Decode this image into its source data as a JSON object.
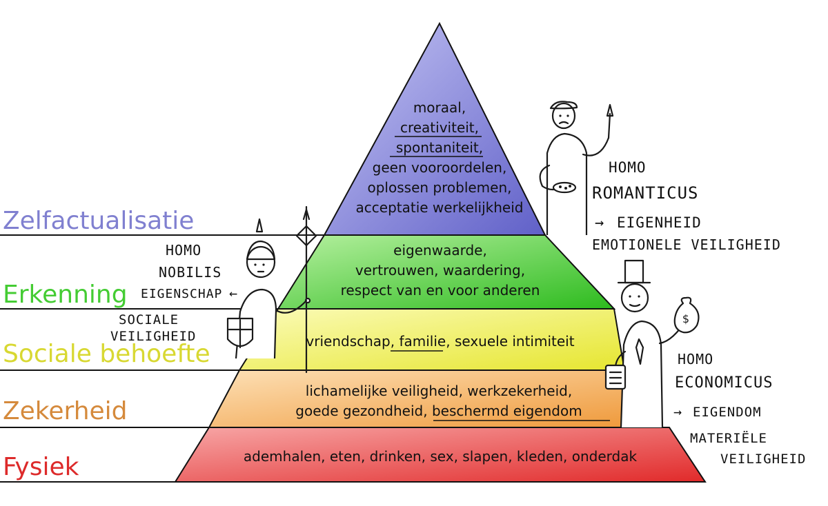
{
  "levels": {
    "l5": {
      "label": "Zelfactualisatie",
      "color": "#8080d0"
    },
    "l4": {
      "label": "Erkenning",
      "color": "#44cc33"
    },
    "l3": {
      "label": "Sociale behoefte",
      "color": "#d8d832"
    },
    "l2": {
      "label": "Zekerheid",
      "color": "#d58a3c"
    },
    "l1": {
      "label": "Fysiek",
      "color": "#dd2a2a"
    }
  },
  "tiers": {
    "top": {
      "line1": "moraal,",
      "line2": "creativiteit,",
      "line3": "spontaniteit,",
      "line4": "geen vooroordelen,",
      "line5": "oplossen problemen,",
      "line6": "acceptatie werkelijkheid"
    },
    "esteem": {
      "line1": "eigenwaarde,",
      "line2": "vertrouwen, waardering,",
      "line3": "respect van en voor anderen"
    },
    "social": {
      "pre": "vriendschap, ",
      "underlined": "familie",
      "post": ", sexuele intimiteit"
    },
    "safety": {
      "line1": "lichamelijke veiligheid, werkzekerheid,",
      "line2_pre": "goede gezondheid, ",
      "line2_underlined": "beschermd eigendom"
    },
    "physical": {
      "line1": "ademhalen, eten, drinken, sex, slapen, kleden, onderdak"
    }
  },
  "annotations": {
    "romanticus": {
      "name1": "HOMO",
      "name2": "ROMANTICUS",
      "arrow": "→",
      "value": "EIGENHEID",
      "need": "EMOTIONELE VEILIGHEID"
    },
    "nobilis": {
      "name1": "HOMO",
      "name2": "NOBILIS",
      "value": "EIGENSCHAP",
      "arrow": "←",
      "need1": "SOCIALE",
      "need2": "VEILIGHEID"
    },
    "economicus": {
      "name1": "HOMO",
      "name2": "ECONOMICUS",
      "arrow": "→",
      "value": "EIGENDOM",
      "need1": "MATERIËLE",
      "need2": "VEILIGHEID"
    }
  },
  "icons": [
    "artist-figure-icon",
    "knight-figure-icon",
    "businessman-figure-icon",
    "money-bag-icon",
    "shield-icon",
    "palette-icon",
    "briefcase-icon"
  ]
}
